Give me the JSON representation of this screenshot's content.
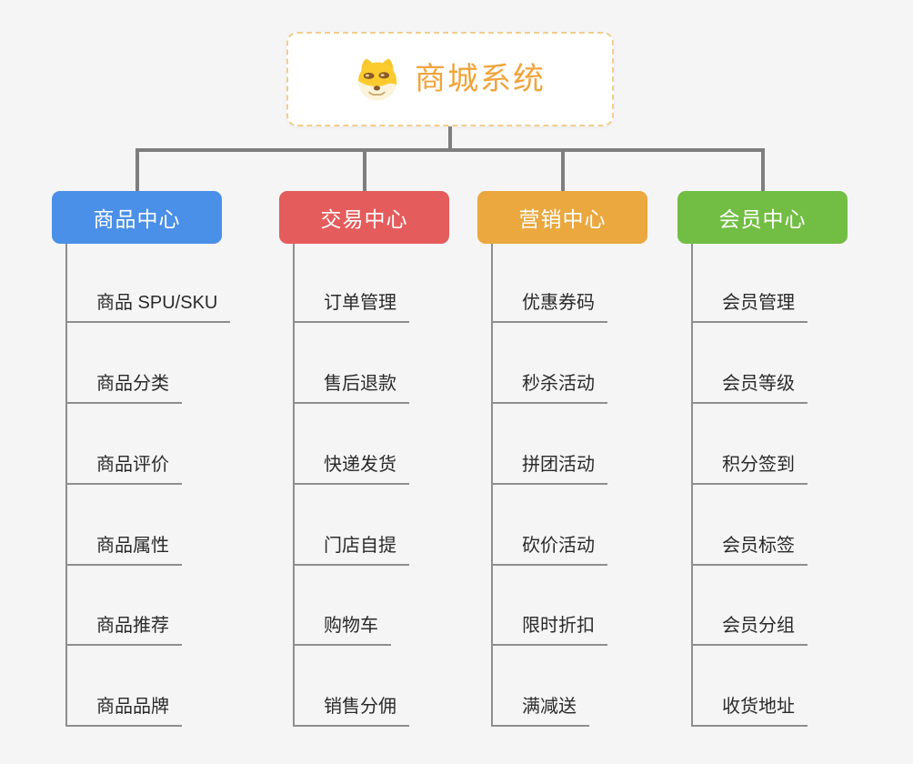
{
  "root": {
    "title": "商城系统",
    "icon": "doge-icon"
  },
  "branches": [
    {
      "label": "商品中心",
      "color": "#4A8FE8",
      "children": [
        "商品 SPU/SKU",
        "商品分类",
        "商品评价",
        "商品属性",
        "商品推荐",
        "商品品牌"
      ]
    },
    {
      "label": "交易中心",
      "color": "#E45C5C",
      "children": [
        "订单管理",
        "售后退款",
        "快递发货",
        "门店自提",
        "购物车",
        "销售分佣"
      ]
    },
    {
      "label": "营销中心",
      "color": "#EAA83E",
      "children": [
        "优惠券码",
        "秒杀活动",
        "拼团活动",
        "砍价活动",
        "限时折扣",
        "满减送"
      ]
    },
    {
      "label": "会员中心",
      "color": "#72BE44",
      "children": [
        "会员管理",
        "会员等级",
        "积分签到",
        "会员标签",
        "会员分组",
        "收货地址"
      ]
    }
  ],
  "colors": {
    "background": "#F5F5F6",
    "connector": "#7E7E7E",
    "leaf_line": "#8E8E8E",
    "root_border": "#F3CD8C",
    "root_title": "#F0A43C"
  }
}
